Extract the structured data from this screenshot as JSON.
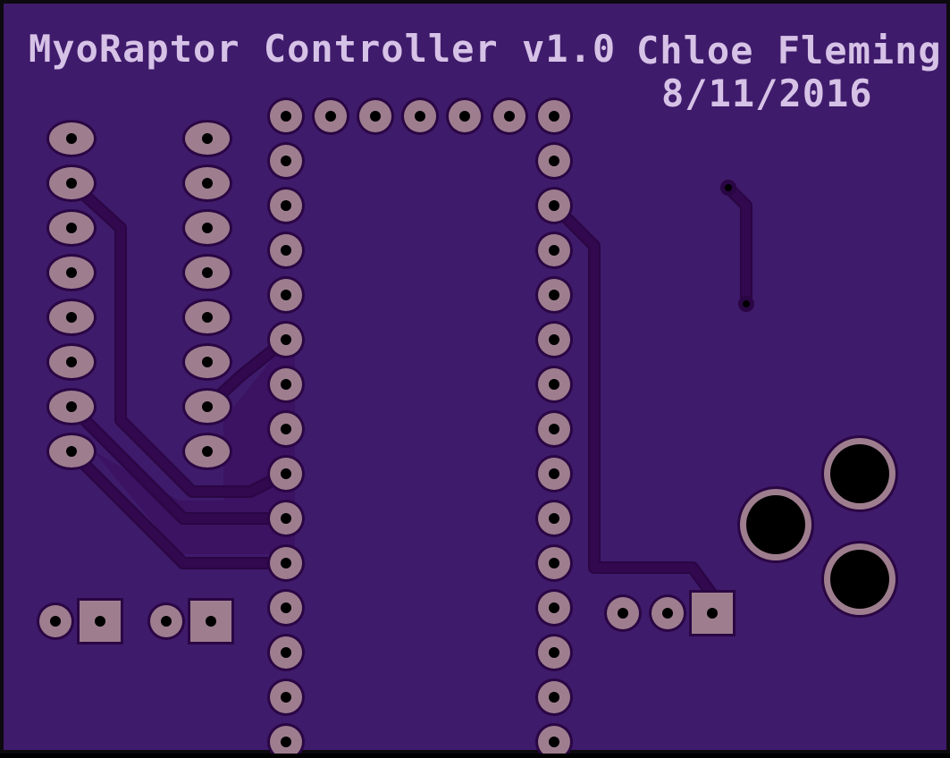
{
  "silkscreen": {
    "title": "MyoRaptor Controller v1.0",
    "author": "Chloe Fleming",
    "date": "8/11/2016"
  },
  "colors": {
    "board_edge": "#0c0a0e",
    "board": "#3f1b6b",
    "copper_pour": "#3c1262",
    "trace": "#32084e",
    "trace_outline": "#2a0644",
    "pad": "#9e7e8e",
    "pad_outline": "#2a0644",
    "drill": "#000000",
    "silkscreen": "#d6c2e6"
  },
  "components": {
    "left_pin_rows": 2,
    "pins_per_left_row": 8,
    "mcu_header_top_pins": 7,
    "mcu_header_side_pins": 14,
    "power_connectors": 2,
    "three_pin_header": 1,
    "mounting_holes": 3
  }
}
